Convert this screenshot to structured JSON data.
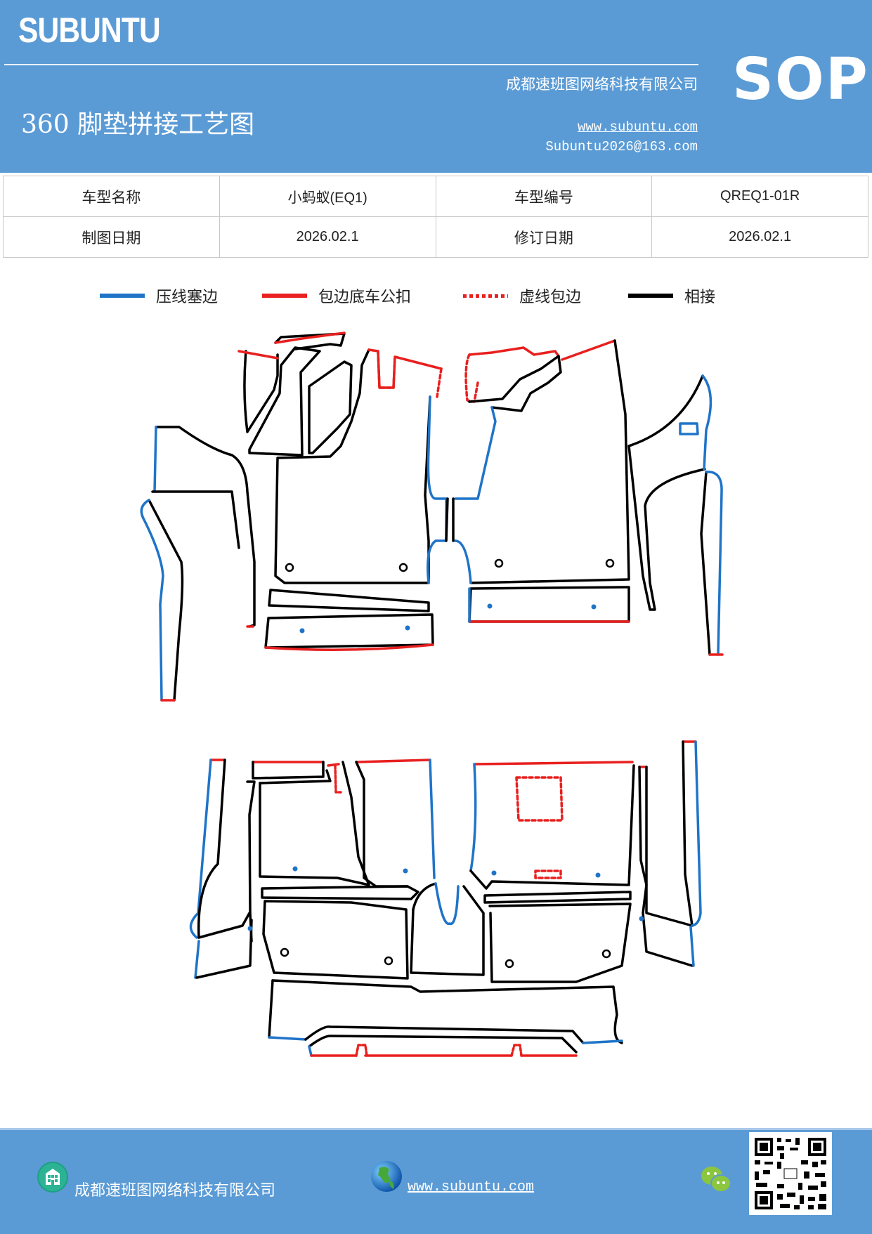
{
  "header": {
    "brand": "SUBUNTU",
    "doc_title": "360 脚垫拼接工艺图",
    "company": "成都速班图网络科技有限公司",
    "website": "www.subuntu.com",
    "email": "Subuntu2026@163.com",
    "badge": "SOP",
    "bg_color": "#5b9bd5"
  },
  "info_table": {
    "rows": [
      {
        "label1": "车型名称",
        "value1": "小蚂蚁(EQ1)",
        "label2": "车型编号",
        "value2": "QREQ1-01R"
      },
      {
        "label1": "制图日期",
        "value1": "2026.02.1",
        "label2": "修订日期",
        "value2": "2026.02.1"
      }
    ]
  },
  "legend": {
    "items": [
      {
        "label": "压线塞边",
        "color": "#1f74c8",
        "style": "solid"
      },
      {
        "label": "包边底车公扣",
        "color": "#e8201f",
        "style": "solid"
      },
      {
        "label": "虚线包边",
        "color": "#e8201f",
        "style": "dashed"
      },
      {
        "label": "相接",
        "color": "#000000",
        "style": "solid"
      }
    ]
  },
  "diagrams": {
    "top": {
      "name": "front-row-floor-mat-pieces"
    },
    "bottom": {
      "name": "rear-row-floor-mat-pieces"
    }
  },
  "footer": {
    "company_icon": "building-icon",
    "company": "成都速班图网络科技有限公司",
    "web_icon": "globe-icon",
    "website": "www.subuntu.com",
    "wechat_icon": "wechat-icon",
    "qr": "qr-code"
  }
}
